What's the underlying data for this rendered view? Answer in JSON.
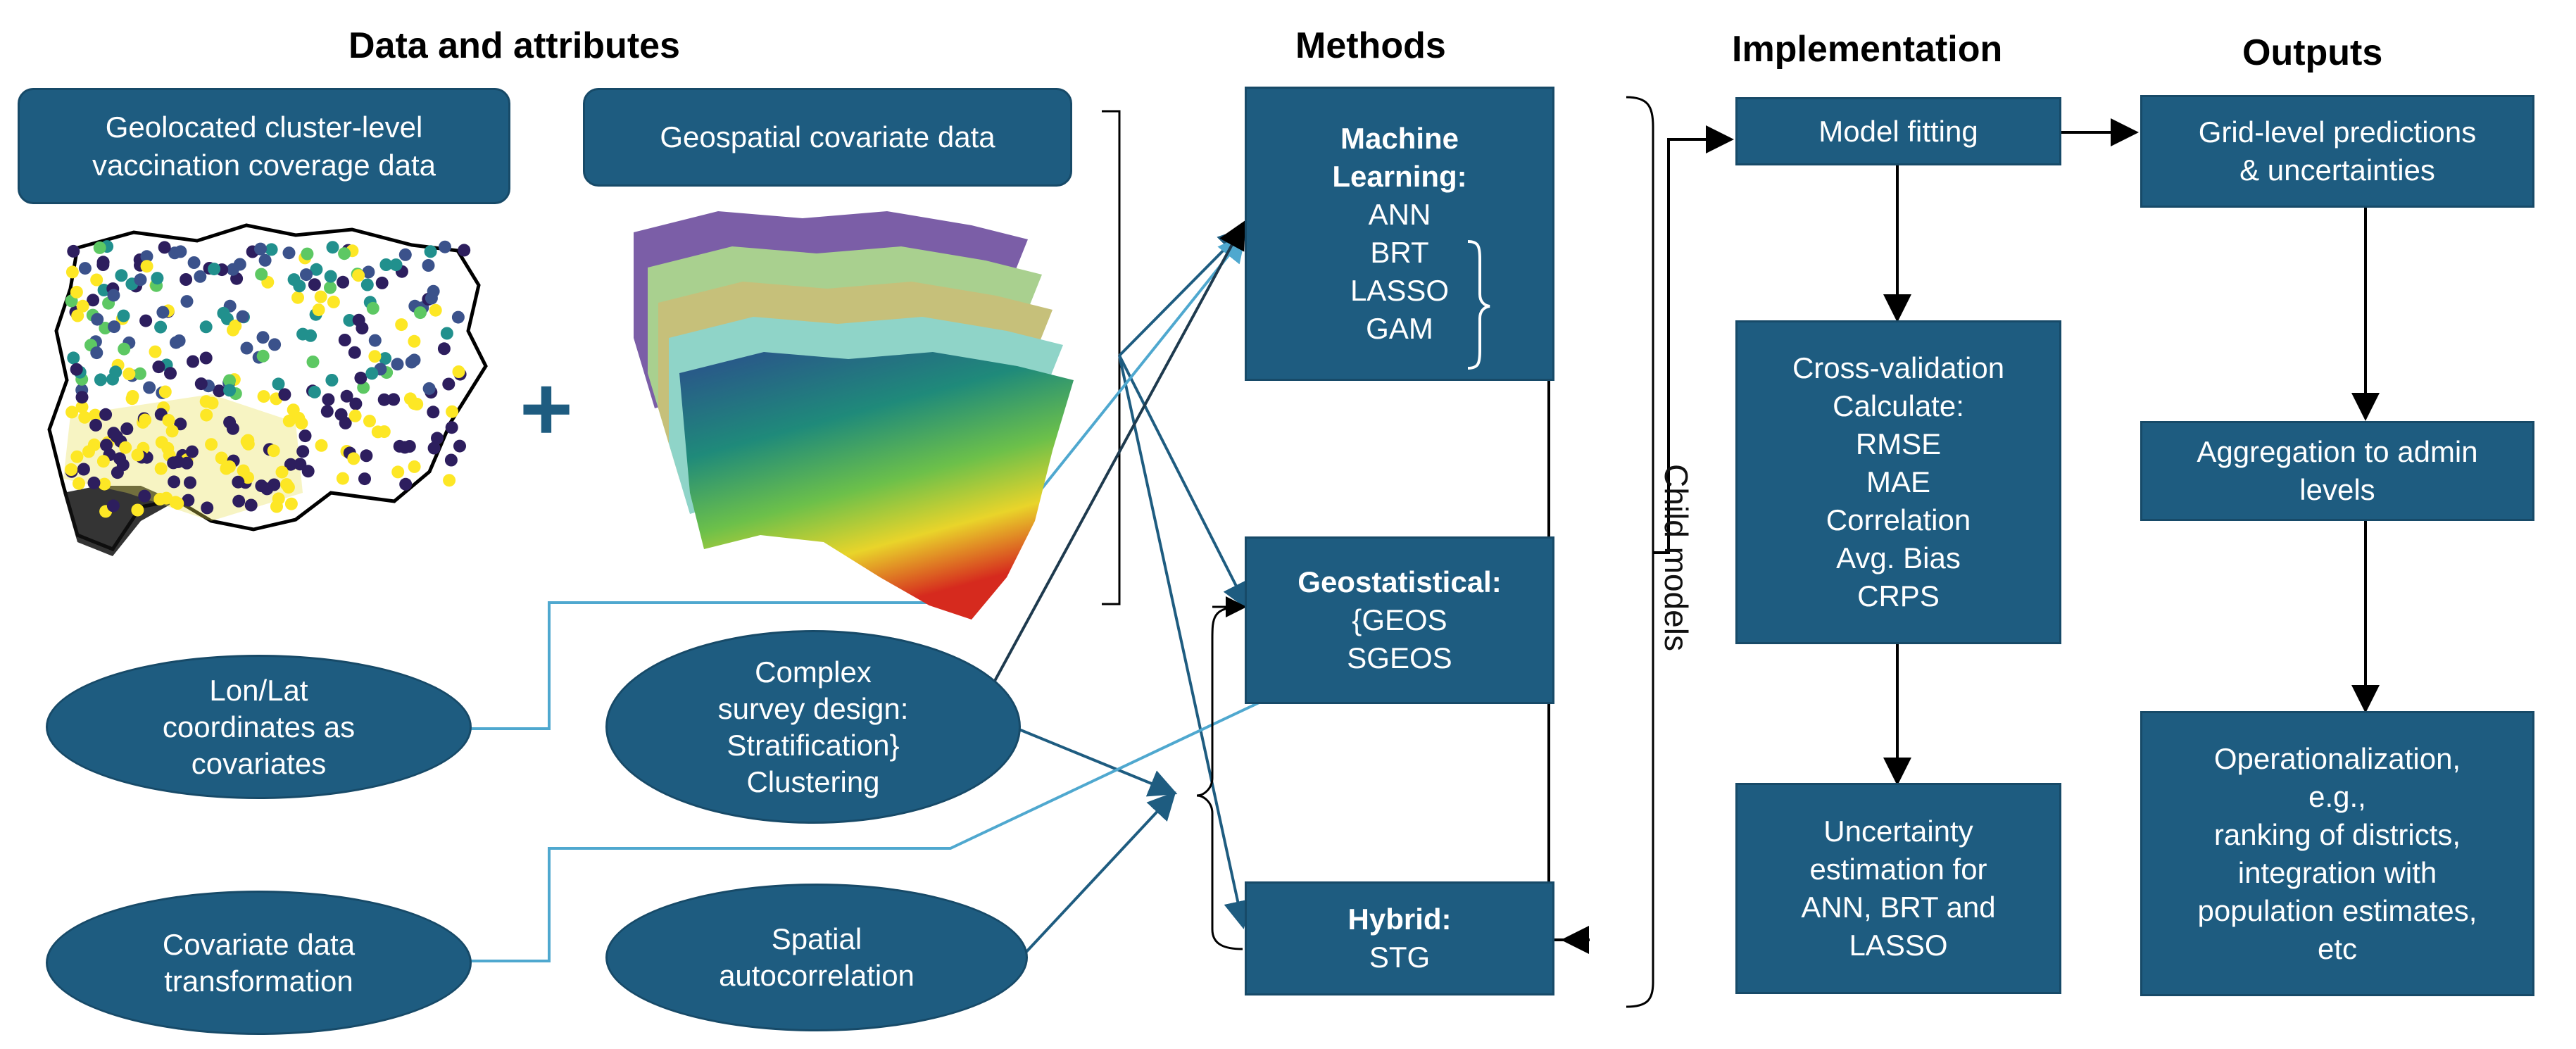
{
  "headers": {
    "data": "Data and attributes",
    "methods": "Methods",
    "implementation": "Implementation",
    "outputs": "Outputs"
  },
  "data_boxes": {
    "vaccination": [
      "Geolocated cluster-level",
      "vaccination coverage data"
    ],
    "covariates": "Geospatial covariate data"
  },
  "attributes": {
    "lonlat": [
      "Lon/Lat",
      "coordinates as",
      "covariates"
    ],
    "survey": [
      "Complex",
      "survey design:",
      "Stratification",
      "Clustering"
    ],
    "transform": [
      "Covariate data",
      "transformation"
    ],
    "spatial": [
      "Spatial",
      "autocorrelation"
    ]
  },
  "methods": {
    "ml_title": [
      "Machine",
      "Learning:"
    ],
    "ml_items": [
      "ANN",
      "BRT",
      "LASSO",
      "GAM"
    ],
    "geo_title": "Geostatistical:",
    "geo_items": [
      "GEOS",
      "SGEOS"
    ],
    "hybrid_title": "Hybrid:",
    "hybrid_items": [
      "STG"
    ],
    "child_models": "Child models"
  },
  "implementation": {
    "model_fitting": "Model fitting",
    "cv": [
      "Cross-validation",
      "Calculate:",
      "RMSE",
      "MAE",
      "Correlation",
      "Avg. Bias",
      "CRPS"
    ],
    "uncertainty": [
      "Uncertainty",
      "estimation for",
      "ANN, BRT and",
      "LASSO"
    ]
  },
  "outputs": {
    "grid": [
      "Grid-level predictions",
      "& uncertainties"
    ],
    "aggregation": [
      "Aggregation to admin",
      "levels"
    ],
    "operational": [
      "Operationalization,",
      "e.g.,",
      "ranking of districts,",
      "integration with",
      "population estimates,",
      "etc"
    ]
  },
  "symbols": {
    "plus": "+"
  },
  "colors": {
    "box": "#1e5c80",
    "arrow_dark": "#1e5c80",
    "arrow_light": "#4fa8cf"
  }
}
